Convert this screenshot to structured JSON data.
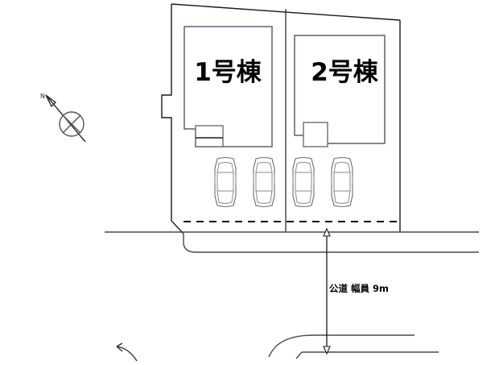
{
  "plan": {
    "title": "site-layout-plan",
    "buildings": [
      {
        "id": "building-1",
        "label": "1号棟"
      },
      {
        "id": "building-2",
        "label": "2号棟"
      }
    ],
    "road": {
      "label": "公道  幅員  9m",
      "dimension_value": "9m",
      "dimension_orientation": "vertical-double-arrow"
    },
    "compass": {
      "label": "N",
      "direction": "north-west"
    },
    "parking": {
      "stall_count": 4,
      "stalls_per_building": 2,
      "icon": "car-top-view"
    },
    "colors": {
      "outline": "#1a1a1a",
      "building_stroke": "#5a6472",
      "road_stroke": "#4a4a4a",
      "car_stroke": "#6b6b6b",
      "background": "#ffffff"
    }
  }
}
